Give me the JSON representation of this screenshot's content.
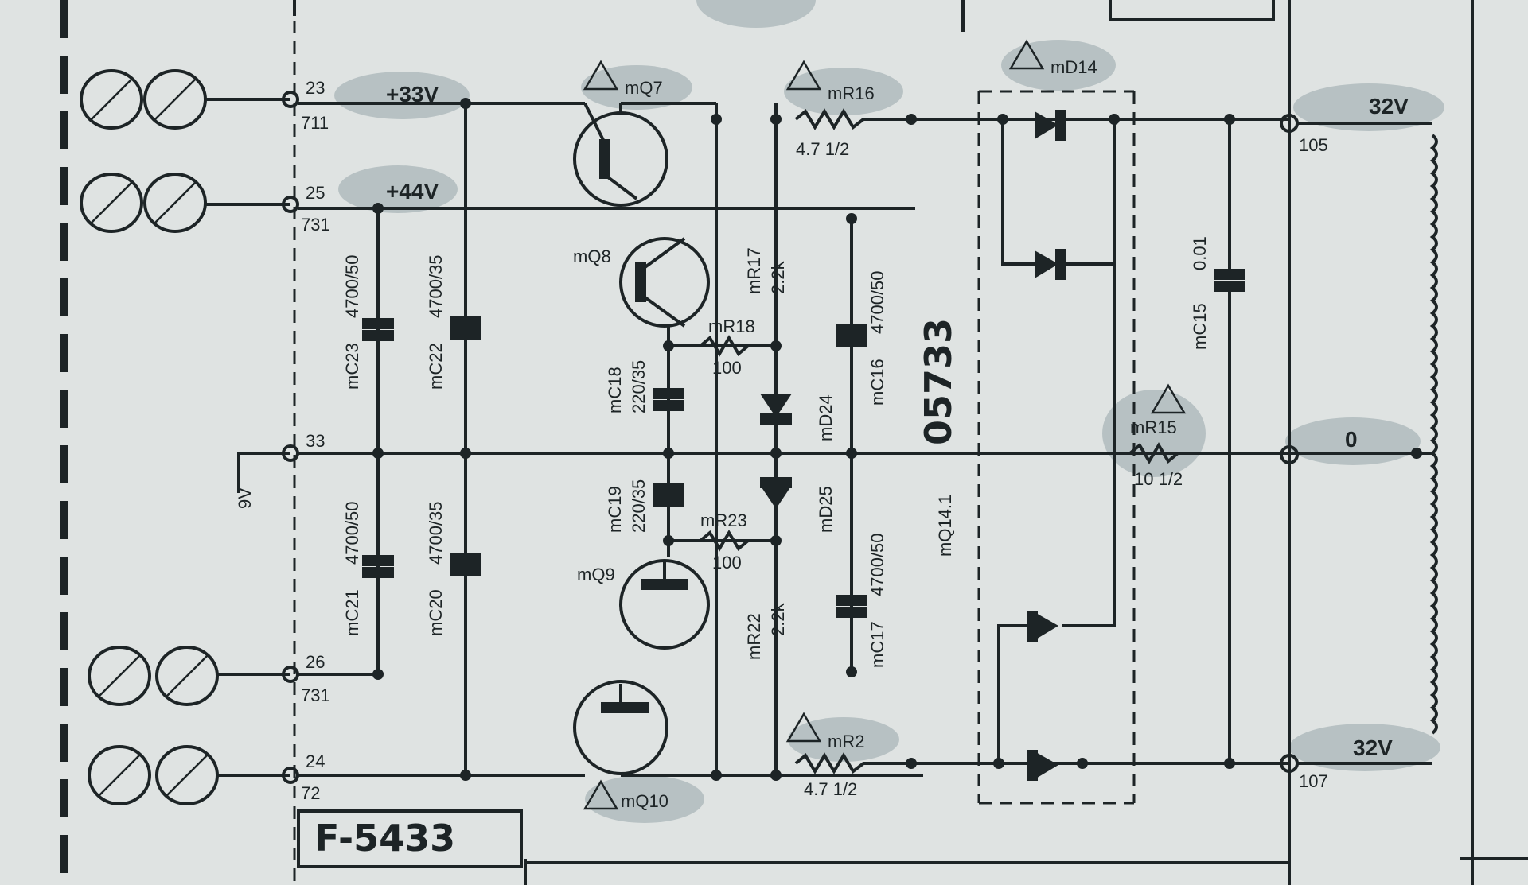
{
  "board": {
    "name": "F-5433"
  },
  "module": {
    "code": "05733",
    "ref": "mQ14.1"
  },
  "terminals": [
    {
      "pin": "23",
      "sub": "711"
    },
    {
      "pin": "25",
      "sub": "731"
    },
    {
      "pin": "33",
      "sub": ""
    },
    {
      "pin": "26",
      "sub": "731"
    },
    {
      "pin": "24",
      "sub": "72"
    }
  ],
  "ground_label": "9V",
  "rails": {
    "p33": "+33V",
    "p44": "+44V",
    "out_pos": "32V",
    "out_zero": "0",
    "out_neg": "32V"
  },
  "outputs": {
    "top": "105",
    "bottom": "107"
  },
  "transistors": [
    "mQ7",
    "mQ8",
    "mQ9",
    "mQ10"
  ],
  "resistors": [
    {
      "ref": "mR16",
      "value": "4.7 1/2"
    },
    {
      "ref": "mR17",
      "value": "2.2k"
    },
    {
      "ref": "mR18",
      "value": "100"
    },
    {
      "ref": "mR23",
      "value": "100"
    },
    {
      "ref": "mR22",
      "value": "2.2k"
    },
    {
      "ref": "mR2",
      "value": "4.7 1/2"
    },
    {
      "ref": "mR15",
      "value": "10 1/2"
    }
  ],
  "capacitors": [
    {
      "ref": "mC23",
      "value": "4700/50"
    },
    {
      "ref": "mC22",
      "value": "4700/35"
    },
    {
      "ref": "mC21",
      "value": "4700/50"
    },
    {
      "ref": "mC20",
      "value": "4700/35"
    },
    {
      "ref": "mC18",
      "value": "220/35"
    },
    {
      "ref": "mC19",
      "value": "220/35"
    },
    {
      "ref": "mC16",
      "value": "4700/50"
    },
    {
      "ref": "mC17",
      "value": "4700/50"
    },
    {
      "ref": "mC15",
      "value": "0.01"
    }
  ],
  "diodes": [
    "mD24",
    "mD25",
    "mD14"
  ]
}
